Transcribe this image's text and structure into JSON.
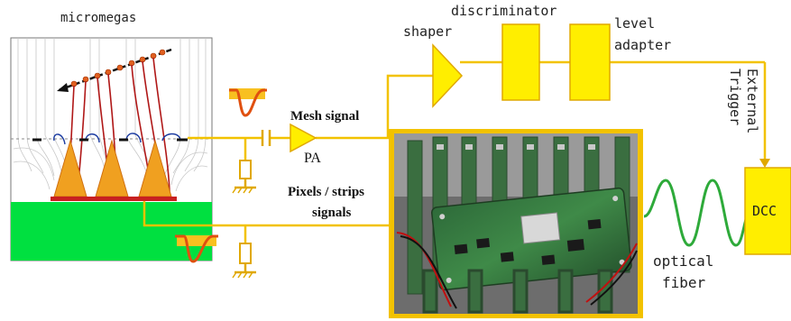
{
  "labels": {
    "micromegas": "micromegas",
    "discriminator": "discriminator",
    "shaper": "shaper",
    "level_adapter_line1": "level",
    "level_adapter_line2": "adapter",
    "external_trigger_line1": "External",
    "external_trigger_line2": "Trigger",
    "mesh_signal": "Mesh signal",
    "pa": "PA",
    "pixels_strips_line1": "Pixels / strips",
    "pixels_strips_line2": "signals",
    "optical_line1": "optical",
    "optical_line2": "fiber",
    "dcc": "DCC"
  },
  "colors": {
    "wire": "#f2c200",
    "block_fill": "#ffee00",
    "block_stroke": "#e0a800",
    "fiber": "#2eaa3a",
    "anode": "#00e040",
    "pulse": "#e05010"
  },
  "icons": {
    "photo": "electronics-boards-photo",
    "fiber": "optical-sine-wave",
    "ground": "ground-symbol",
    "capacitor": "capacitor-symbol"
  }
}
